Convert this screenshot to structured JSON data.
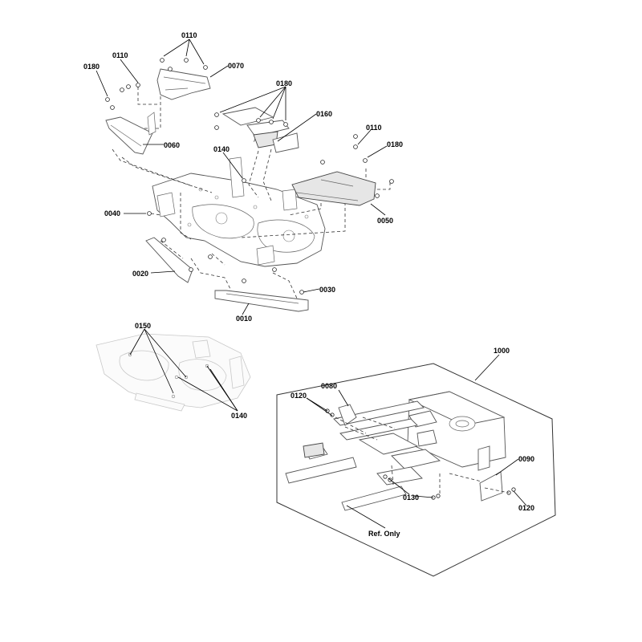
{
  "labels": {
    "p0110_top": "0110",
    "p0110_left": "0110",
    "p0070": "0070",
    "p0180_left": "0180",
    "p0180_mid": "0180",
    "p0160": "0160",
    "p0110_right": "0110",
    "p0180_right": "0180",
    "p0060": "0060",
    "p0140_top": "0140",
    "p0040": "0040",
    "p0050": "0050",
    "p0020": "0020",
    "p0030": "0030",
    "p0010": "0010",
    "p0150": "0150",
    "p0140_bottom": "0140",
    "p1000": "1000",
    "p0120_top": "0120",
    "p0080": "0080",
    "p0090": "0090",
    "p0130": "0130",
    "p0120_bottom": "0120",
    "ref_only": "Ref. Only"
  }
}
